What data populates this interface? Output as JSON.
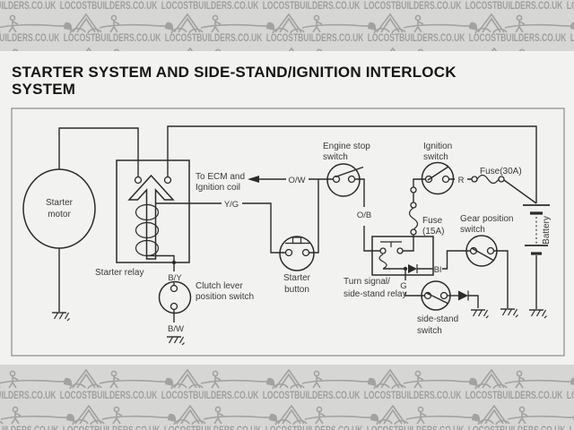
{
  "watermark": {
    "text": "LOCOSTBUILDERS.CO.UK",
    "repeat": 7
  },
  "title": {
    "line1": "STARTER SYSTEM AND SIDE-STAND/IGNITION INTERLOCK",
    "line2": "SYSTEM"
  },
  "diagram": {
    "components": {
      "starter_motor": [
        "Starter",
        "motor"
      ],
      "starter_relay": "Starter relay",
      "clutch_switch": [
        "Clutch lever",
        "position switch"
      ],
      "starter_button": [
        "Starter",
        "button"
      ],
      "engine_stop_switch": [
        "Engine stop",
        "switch"
      ],
      "ignition_switch": [
        "Ignition",
        "switch"
      ],
      "fuse_30a": "Fuse(30A)",
      "fuse_15a": [
        "Fuse",
        "(15A)"
      ],
      "gear_switch": [
        "Gear position",
        "switch"
      ],
      "sidestand_relay": [
        "Turn signal/",
        "side-stand relay"
      ],
      "sidestand_switch": [
        "side-stand",
        "switch"
      ],
      "battery": "Battery",
      "ecm_note": [
        "To ECM and",
        "Ignition coil"
      ]
    },
    "wire_labels": {
      "ow": "O/W",
      "yg": "Y/G",
      "ob": "O/B",
      "by": "B/Y",
      "bw": "B/W",
      "r": "R",
      "bl": "Bl",
      "g": "G"
    }
  },
  "colors": {
    "banner_bg": "#d6d6d4",
    "banner_ink": "#a0a09e",
    "page_bg": "#f2f2f0",
    "diagram_ink": "#2b2b2b",
    "label_ink": "#3a3a3a"
  }
}
